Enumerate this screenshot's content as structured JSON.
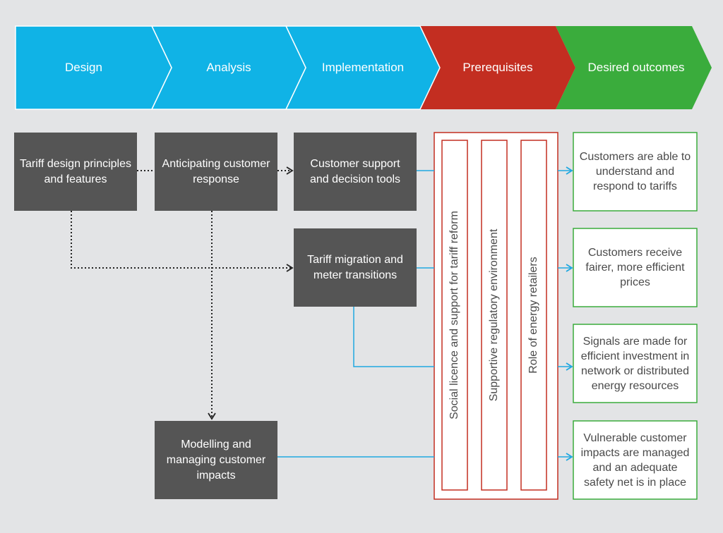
{
  "stages": [
    {
      "label": "Design",
      "color": "#10b3e6"
    },
    {
      "label": "Analysis",
      "color": "#10b3e6"
    },
    {
      "label": "Implementation",
      "color": "#10b3e6"
    },
    {
      "label": "Prerequisites",
      "color": "#c32e21"
    },
    {
      "label": "Desired outcomes",
      "color": "#3aac3c"
    }
  ],
  "process_boxes": {
    "tariff_design": "Tariff design principles and features",
    "anticipating_response": "Anticipating customer response",
    "customer_support": "Customer support and decision tools",
    "tariff_migration": "Tariff migration and meter transitions",
    "modelling_impacts": "Modelling and managing customer impacts"
  },
  "prerequisites": [
    "Social licence and support for tariff reform",
    "Supportive regulatory environment",
    "Role of energy retailers"
  ],
  "outcomes": [
    "Customers are able to understand and respond to tariffs",
    "Customers receive fairer, more efficient prices",
    "Signals are made for efficient investment in network or distributed energy resources",
    "Vulnerable customer impacts are managed and an adequate safety net is in place"
  ],
  "colors": {
    "dark_box": "#555555",
    "connector_blue": "#1fa8e0",
    "prerequisite_red": "#c32e21",
    "outcome_green": "#3aac3c",
    "dotted_line": "#222222"
  }
}
